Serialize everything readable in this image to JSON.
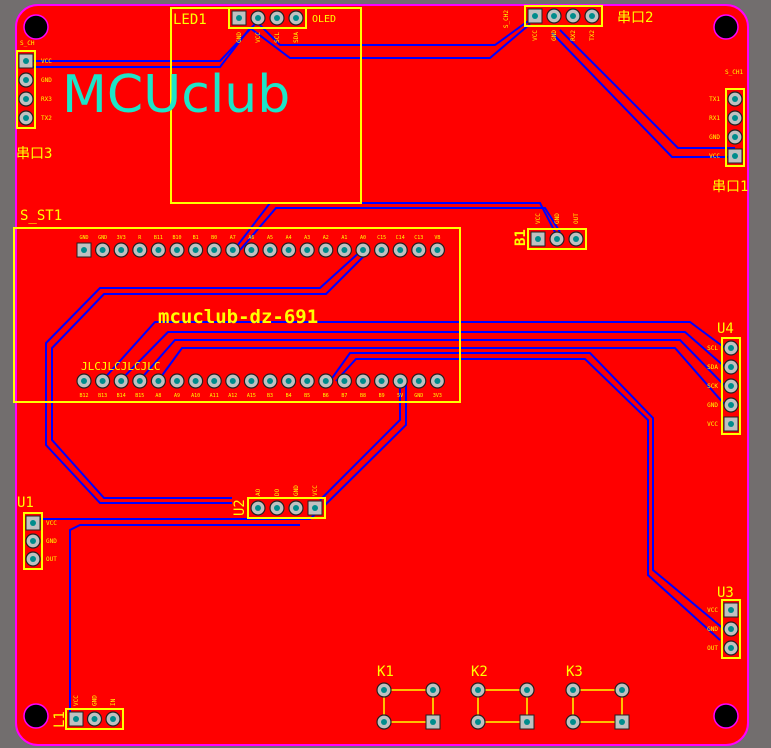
{
  "colors": {
    "board": "#ff0000",
    "silk": "#ffff00",
    "trace": "#0000ff",
    "outline": "#ff00ff",
    "logo": "#1de5c8",
    "background": "#726e6e"
  },
  "logo": "MCUclub",
  "board_name": "mcuclub-dz-691",
  "jlc_mark": "JLCJLCJLCJLC",
  "components": {
    "serial3": {
      "designator": "串口3",
      "sub": "S_CH",
      "pins": [
        "VCC",
        "GND",
        "RX3",
        "TX2"
      ]
    },
    "led1": {
      "designator": "LED1",
      "name": "OLED",
      "pins": [
        "GND",
        "VCC",
        "SCL",
        "SDA"
      ]
    },
    "serial2": {
      "designator": "串口2",
      "sub": "S_CH2",
      "pins": [
        "VCC",
        "GND",
        "RX2",
        "TX2"
      ]
    },
    "serial1": {
      "designator": "串口1",
      "sub": "S_CH1",
      "pins": [
        "TX1",
        "RX1",
        "GND",
        "VCC"
      ]
    },
    "b1": {
      "designator": "B1",
      "pins": [
        "VCC",
        "GND",
        "OUT"
      ]
    },
    "s_st1": {
      "designator": "S_ST1",
      "top_pins": [
        "GND",
        "GND",
        "3V3",
        "R",
        "B11",
        "B10",
        "B1",
        "B0",
        "A7",
        "A6",
        "A5",
        "A4",
        "A3",
        "A2",
        "A1",
        "A0",
        "C15",
        "C14",
        "C13",
        "VB"
      ],
      "bottom_pins": [
        "B12",
        "B13",
        "B14",
        "B15",
        "A8",
        "A9",
        "A10",
        "A11",
        "A12",
        "A15",
        "B3",
        "B4",
        "B5",
        "B6",
        "B7",
        "B8",
        "B9",
        "5V",
        "GND",
        "3V3"
      ]
    },
    "u4": {
      "designator": "U4",
      "pins": [
        "SCL",
        "SDA",
        "SCK",
        "GND",
        "VCC"
      ]
    },
    "u3": {
      "designator": "U3",
      "pins": [
        "VCC",
        "GND",
        "OUT"
      ]
    },
    "u1": {
      "designator": "U1",
      "pins": [
        "VCC",
        "GND",
        "OUT"
      ]
    },
    "u2": {
      "designator": "U2",
      "pins": [
        "AO",
        "DO",
        "GND",
        "VCC"
      ]
    },
    "l1": {
      "designator": "L1",
      "pins": [
        "VCC",
        "GND",
        "IN"
      ]
    },
    "k1": {
      "designator": "K1"
    },
    "k2": {
      "designator": "K2"
    },
    "k3": {
      "designator": "K3"
    }
  }
}
